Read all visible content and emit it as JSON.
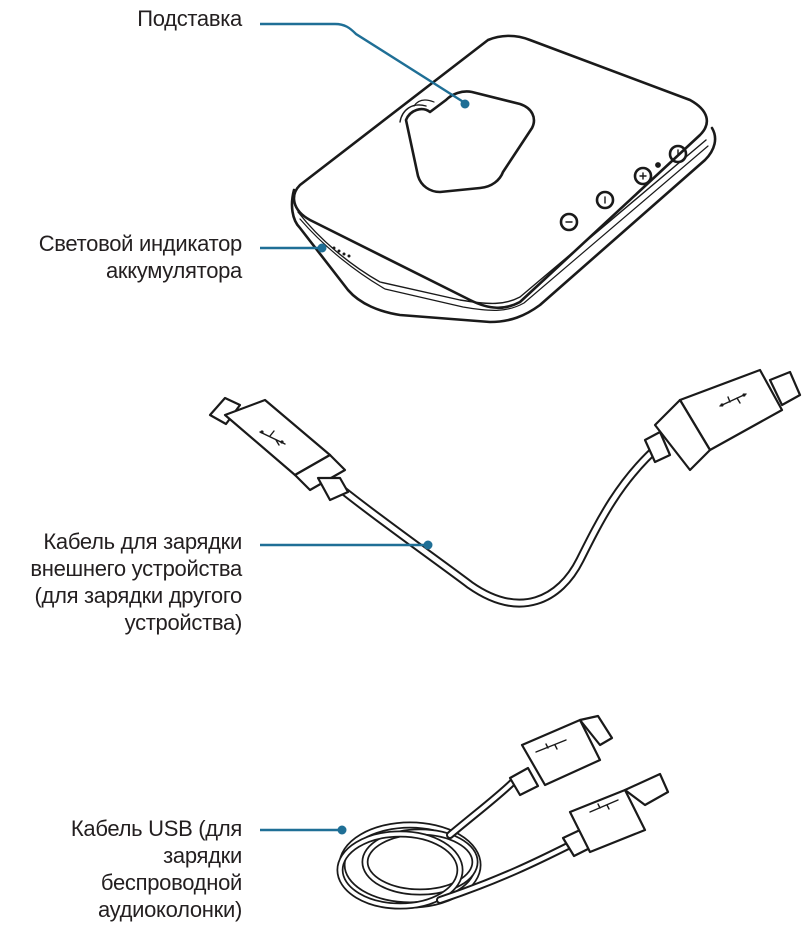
{
  "colors": {
    "callout": "#1f6f96",
    "outline": "#1a1a1a",
    "text": "#231f20"
  },
  "callouts": [
    {
      "id": "stand",
      "lines": [
        "Подставка"
      ]
    },
    {
      "id": "battery-indicator",
      "lines": [
        "Световой индикатор",
        "аккумулятора"
      ]
    },
    {
      "id": "external-charging-cable",
      "lines": [
        "Кабель для зарядки",
        "внешнего устройства",
        "(для зарядки другого",
        "устройства)"
      ]
    },
    {
      "id": "usb-cable",
      "lines": [
        "Кабель USB (для",
        "зарядки",
        "беспроводной",
        "аудиоколонки)"
      ]
    }
  ],
  "illustrations": {
    "speaker": "wireless-speaker-device",
    "short_cable": "micro-usb-to-micro-usb-cable",
    "usb_cable": "usb-a-to-micro-usb-cable"
  }
}
